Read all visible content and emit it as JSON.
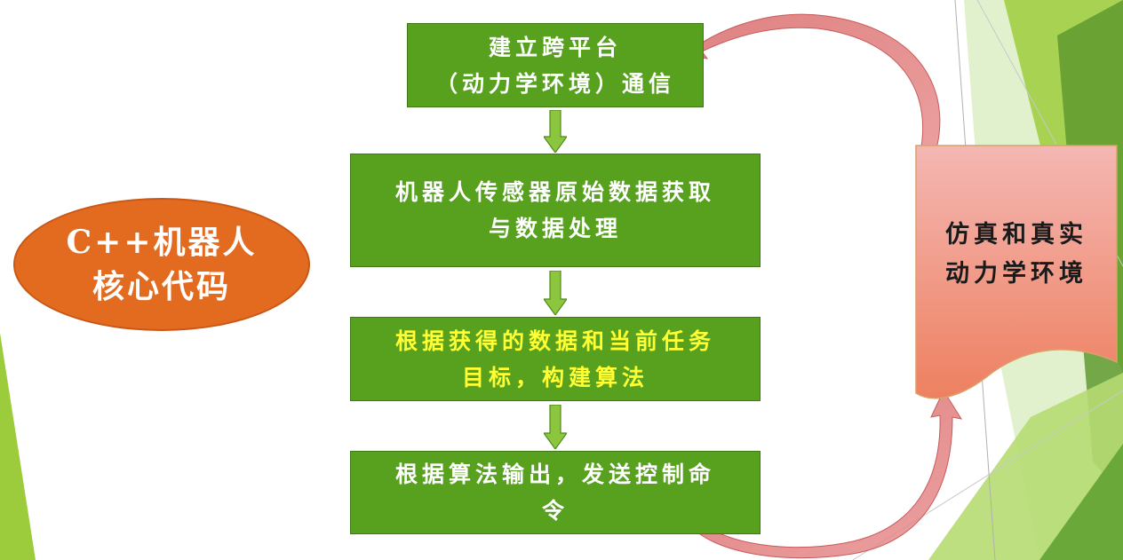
{
  "colors": {
    "box_fill": "#57a11f",
    "box_text": "#ffffff",
    "highlight_text": "#ffff33",
    "ellipse_fill": "#e36b1f",
    "doc_fill_top": "#f4b7b3",
    "doc_fill_bottom": "#ee8060",
    "curve_arrow": "#d96b6b",
    "arrow_fill": "#8cc63f"
  },
  "flow": {
    "step1": {
      "line1": "建立跨平台",
      "line2": "（动力学环境）通信"
    },
    "step2": {
      "line1": "机器人传感器原始数据获取",
      "line2": "与数据处理"
    },
    "step3": {
      "line1": "根据获得的数据和当前任务",
      "line2": "目标，构建算法"
    },
    "step4": {
      "line1": "根据算法输出，发送控制命",
      "line2": "令"
    }
  },
  "core": {
    "line1": "C++机器人",
    "line2": "核心代码"
  },
  "environment": {
    "line1": "仿真和真实",
    "line2": "动力学环境"
  },
  "icons": {
    "down_arrow": "down-arrow-icon",
    "curved_arrow": "curved-arrow-icon"
  }
}
